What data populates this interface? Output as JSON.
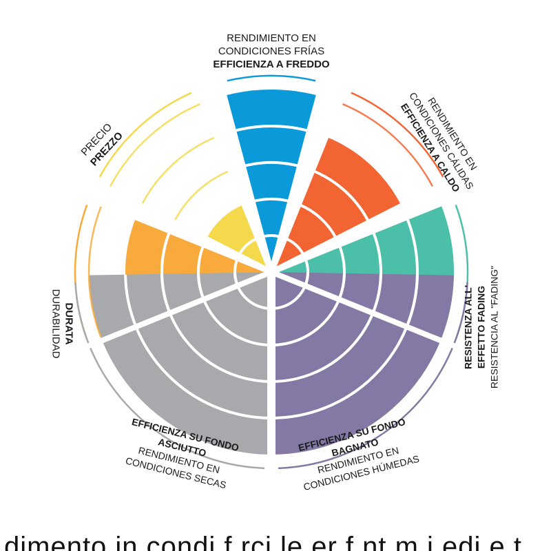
{
  "chart_data": {
    "type": "polar-area",
    "max_level": 5,
    "segments": [
      {
        "id": "cold",
        "value": 5,
        "color": "#0a9ad9",
        "start_deg": -15,
        "end_deg": 15,
        "label_lines": [
          {
            "text": "RENDIMIENTO EN",
            "bold": false
          },
          {
            "text": "CONDICIONES FRÍAS",
            "bold": false
          },
          {
            "text": "EFFICIENZA A FREDDO",
            "bold": true
          }
        ]
      },
      {
        "id": "hot",
        "value": 4,
        "color": "#f26533",
        "start_deg": 22,
        "end_deg": 63,
        "label_lines": [
          {
            "text": "RENDIMIENTO EN",
            "bold": false
          },
          {
            "text": "CONDICIONES CÁLIDAS",
            "bold": false
          },
          {
            "text": "EFFICIENZA A CALDO",
            "bold": true
          }
        ]
      },
      {
        "id": "fading",
        "value": 5,
        "color": "#4bbfa8",
        "start_deg": 68,
        "end_deg": 112,
        "label_lines": [
          {
            "text": "RESISTENZA ALL'",
            "bold": true
          },
          {
            "text": "EFFETTO FADING",
            "bold": true
          },
          {
            "text": "RESISTENCIA AL \"FADING\"",
            "bold": false
          }
        ]
      },
      {
        "id": "wet",
        "value": 5,
        "color": "#8479a4",
        "start_deg": 91,
        "end_deg": 180,
        "label_lines": [
          {
            "text": "EFFICIENZA SU FONDO",
            "bold": true
          },
          {
            "text": "BAGNATO",
            "bold": true
          },
          {
            "text": "RENDIMIENTO EN",
            "bold": false
          },
          {
            "text": "CONDICIONES HÚMEDAS",
            "bold": false
          }
        ]
      },
      {
        "id": "dry",
        "value": 5,
        "color": "#a7a9ac",
        "start_deg": 180,
        "end_deg": 269,
        "label_lines": [
          {
            "text": "EFFICIENZA SU FONDO",
            "bold": true
          },
          {
            "text": "ASCIUTTO",
            "bold": true
          },
          {
            "text": "RENDIMIENTO EN",
            "bold": false
          },
          {
            "text": "CONDICIONES SECAS",
            "bold": false
          }
        ]
      },
      {
        "id": "duration",
        "value": 4,
        "color": "#f8ab3c",
        "start_deg": 248,
        "end_deg": 292,
        "label_lines": [
          {
            "text": "DURATA",
            "bold": true
          },
          {
            "text": "DURABILIDAD",
            "bold": false
          }
        ]
      },
      {
        "id": "price",
        "value": 2,
        "color": "#f5d94c",
        "start_deg": 297,
        "end_deg": 338,
        "label_lines": [
          {
            "text": "PRECIO",
            "bold": false
          },
          {
            "text": "PREZZO",
            "bold": true
          }
        ]
      }
    ]
  },
  "footer_text": "dimento in condi f rci le er f nt m i edi e t"
}
